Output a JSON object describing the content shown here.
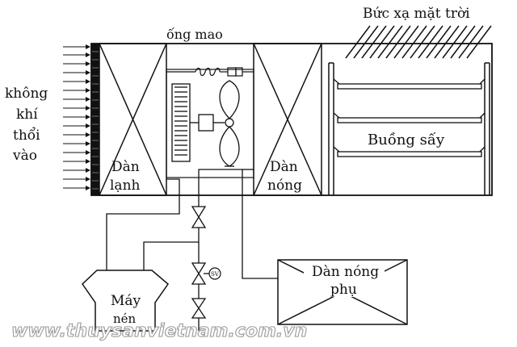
{
  "labels": {
    "solar": "Bức xạ mặt trời",
    "capillary": "ống mao",
    "air_1": "không",
    "air_2": "khí",
    "air_3": "thổi",
    "air_4": "vào",
    "drying_chamber": "Buồng sấy",
    "evaporator_1": "Dàn",
    "evaporator_2": "lạnh",
    "condenser_1": "Dàn",
    "condenser_2": "nóng",
    "aux_condenser_1": "Dàn nóng",
    "aux_condenser_2": "phụ",
    "compressor_1": "Máy",
    "compressor_2": "nén",
    "sv": "SV"
  },
  "watermark": "www.thuysanvietnam.com.vn",
  "colors": {
    "line": "#111111",
    "watermark_fill": "#ffffff",
    "watermark_stroke": "#9a9a9a"
  }
}
